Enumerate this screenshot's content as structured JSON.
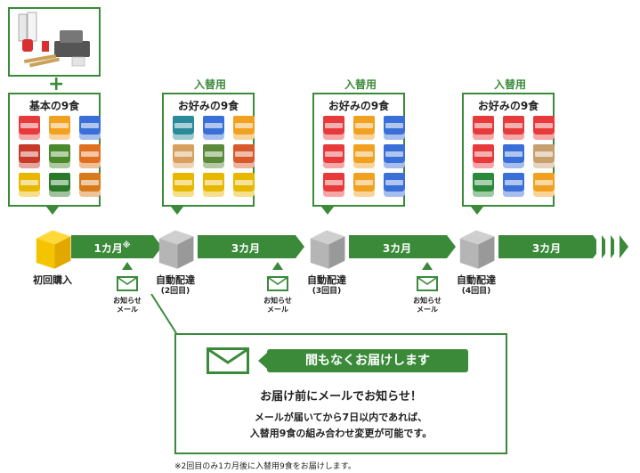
{
  "plus_sign": "+",
  "panels": [
    {
      "title": "基本の9食",
      "tag": ""
    },
    {
      "title": "お好みの9食",
      "tag": "入替用"
    },
    {
      "title": "お好みの9食",
      "tag": "入替用"
    },
    {
      "title": "お好みの9食",
      "tag": "入替用"
    }
  ],
  "cup_colors": [
    [
      "#e83a3a",
      "#f2a020",
      "#3a6fd8",
      "#c83a2a",
      "#4a8a2a",
      "#e07020",
      "#e8b800",
      "#2a7a2a",
      "#d87a1a"
    ],
    [
      "#2a8a9a",
      "#3a6fd8",
      "#f2a020",
      "#d8a060",
      "#5a8a3a",
      "#d85a2a",
      "#e8b800",
      "#e8b800",
      "#e8b800"
    ],
    [
      "#e83a3a",
      "#f2a020",
      "#3a6fd8",
      "#e83a3a",
      "#f2a020",
      "#3a6fd8",
      "#e83a3a",
      "#f2a020",
      "#3a6fd8"
    ],
    [
      "#e83a3a",
      "#e83a3a",
      "#e83a3a",
      "#e83a3a",
      "#3a6fd8",
      "#c8a070",
      "#2a8a3a",
      "#3a6fd8",
      "#f2a020"
    ]
  ],
  "timeline": {
    "segments": [
      "1カ月",
      "3カ月",
      "3カ月",
      "3カ月"
    ],
    "first_note_mark": "※",
    "boxes": [
      {
        "label": "初回購入",
        "sub": "",
        "color": "#f5c400"
      },
      {
        "label": "自動配達",
        "sub": "(2回目)",
        "color": "#a8a8a8"
      },
      {
        "label": "自動配達",
        "sub": "(3回目)",
        "color": "#a8a8a8"
      },
      {
        "label": "自動配達",
        "sub": "(4回目)",
        "color": "#a8a8a8"
      }
    ],
    "mail_label_line1": "お知らせ",
    "mail_label_line2": "メール"
  },
  "notice": {
    "badge": "間もなくお届けします",
    "heading": "お届け前にメールでお知らせ！",
    "body_line1": "メールが届いてから7日以内であれば、",
    "body_line2": "入替用9食の組み合わせ変更が可能です。"
  },
  "footnote": "※2回目のみ1カ月後に入替用9食をお届けします。",
  "colors": {
    "green": "#3a8a3a",
    "yellow_box": "#f5c400",
    "gray_box": "#a8a8a8"
  }
}
